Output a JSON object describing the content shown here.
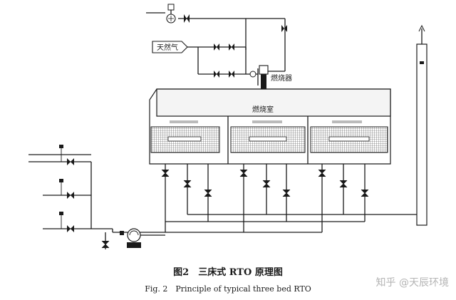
{
  "diagram": {
    "labels": {
      "natural_gas": "天然气",
      "burner": "燃烧器",
      "combustion_chamber": "燃烧室"
    },
    "caption_cn": "图2　三床式 RTO 原理图",
    "caption_en": "Fig. 2　Principle of typical three bed RTO",
    "watermark": "知乎 @天辰环境",
    "colors": {
      "line": "#1a1a1a",
      "grid_fill": "#d6d6d6",
      "chamber_fill": "#f4f4f4"
    }
  }
}
